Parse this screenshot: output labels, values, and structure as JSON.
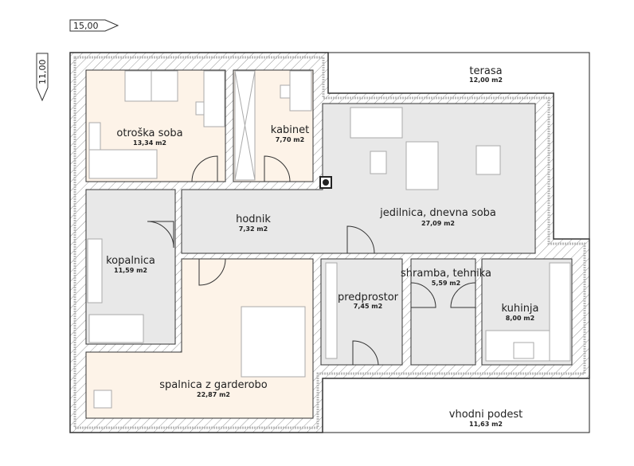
{
  "dimensions": {
    "width": "15,00",
    "height": "11,00"
  },
  "rooms": [
    {
      "name": "otroška soba",
      "area": "13,34 m2"
    },
    {
      "name": "kabinet",
      "area": "7,70 m2"
    },
    {
      "name": "hodnik",
      "area": "7,32 m2"
    },
    {
      "name": "jedilnica, dnevna soba",
      "area": "27,09 m2"
    },
    {
      "name": "kopalnica",
      "area": "11,59 m2"
    },
    {
      "name": "spalnica z garderobo",
      "area": "22,87 m2"
    },
    {
      "name": "predprostor",
      "area": "7,45 m2"
    },
    {
      "name": "shramba, tehnika",
      "area": "5,59 m2"
    },
    {
      "name": "kuhinja",
      "area": "8,00 m2"
    },
    {
      "name": "terasa",
      "area": "12,00 m2"
    },
    {
      "name": "vhodni podest",
      "area": "11,63 m2"
    }
  ],
  "colors": {
    "bedroom": "#fdf3e8",
    "service": "#e8e8e8",
    "wall": "#888888"
  }
}
